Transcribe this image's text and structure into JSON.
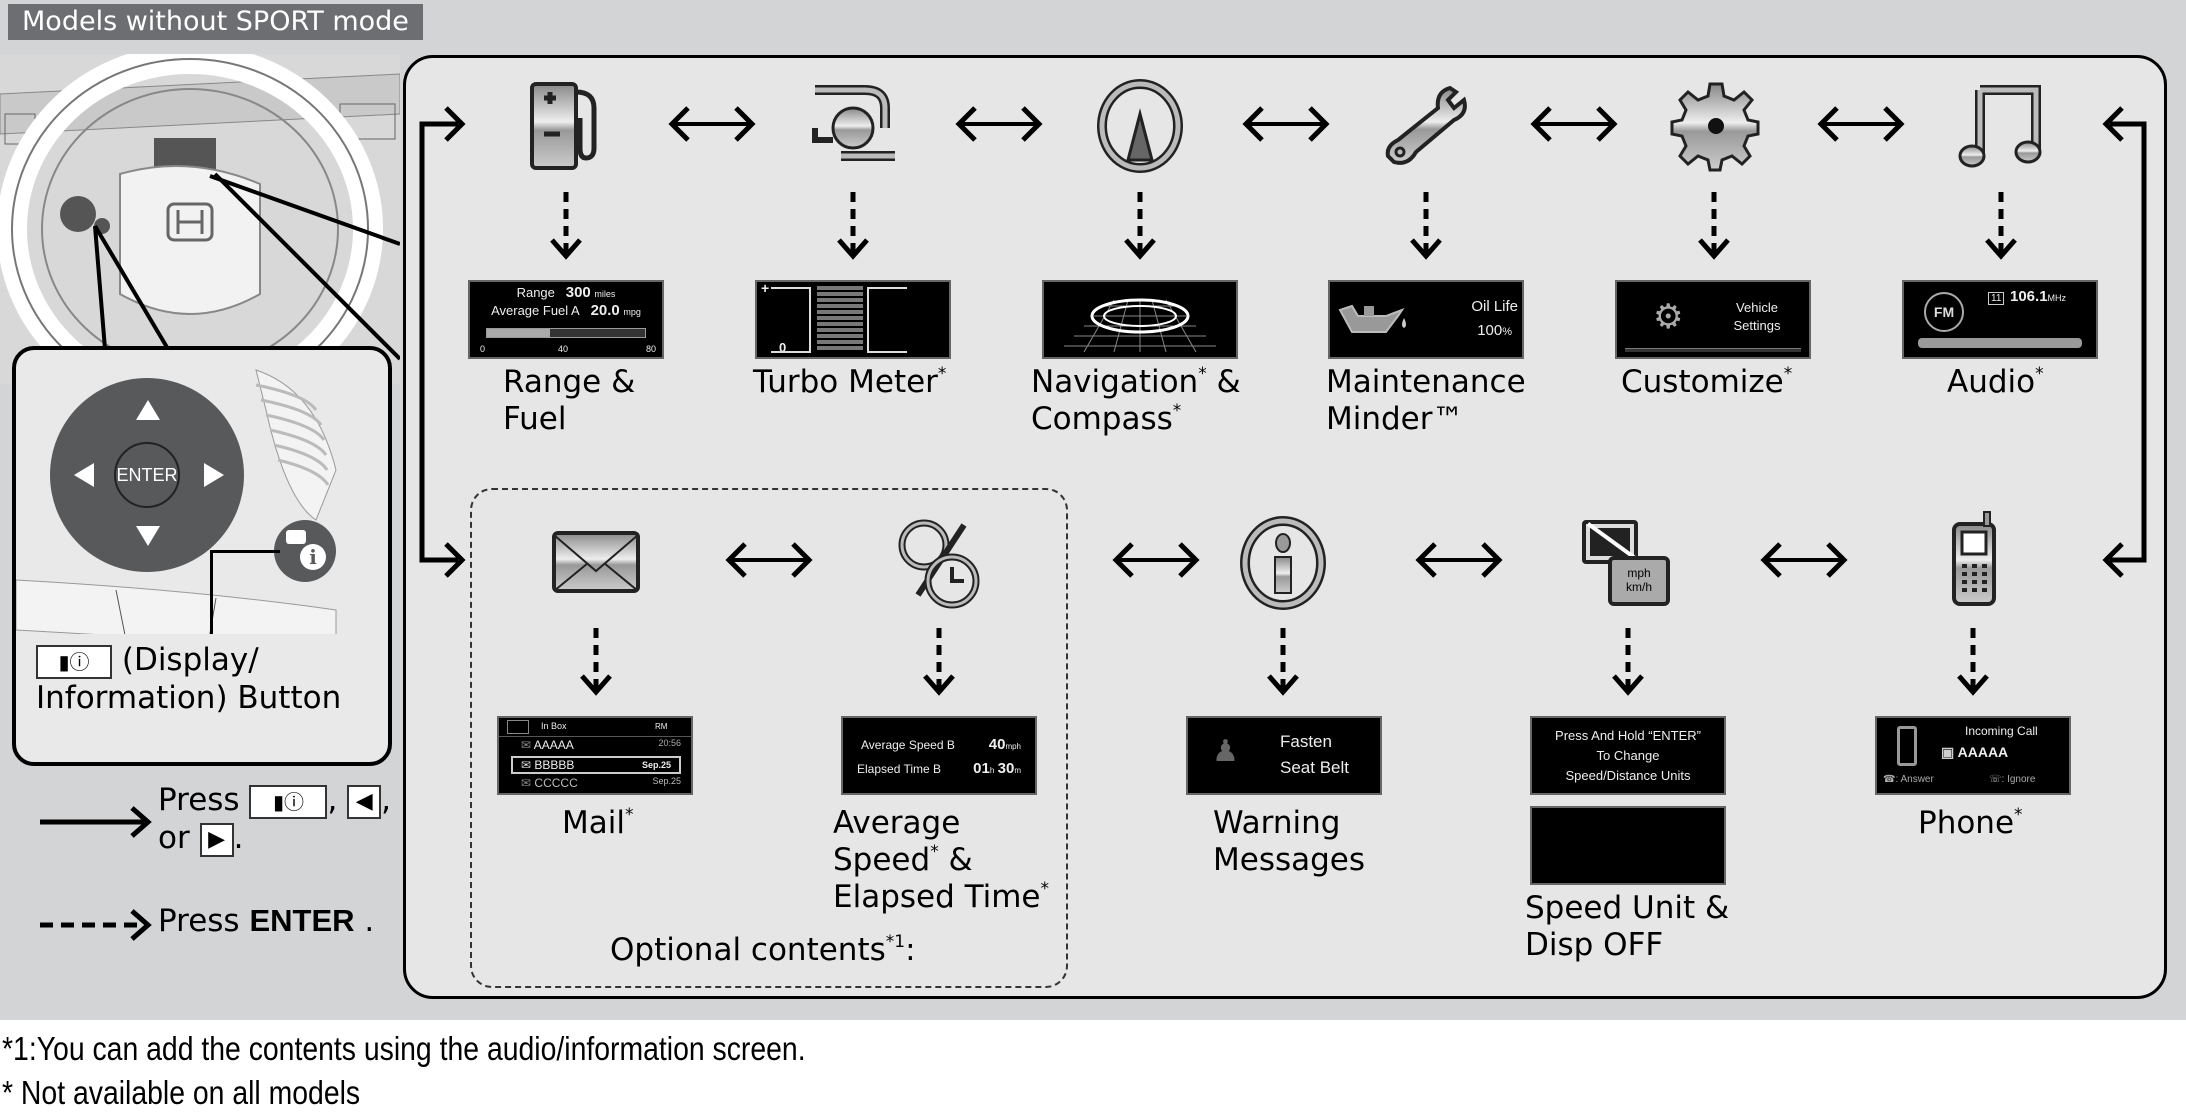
{
  "header": {
    "title": "Models without SPORT mode"
  },
  "controls": {
    "enter_label": "ENTER",
    "display_button_caption_line1": "(Display/",
    "display_button_caption_line2": "Information) Button"
  },
  "legend": {
    "solid_press": "Press",
    "solid_sep1": ",",
    "solid_sep2": ",",
    "solid_or": "or",
    "solid_end": ".",
    "dashed_press": "Press",
    "dashed_enter": "ENTER",
    "dashed_end": "."
  },
  "top_row": [
    {
      "icon": "fuel-pump-icon",
      "label_line1": "Range &",
      "label_line2": "Fuel",
      "star1": "",
      "star2": "",
      "screen": {
        "range_label": "Range",
        "range_value": "300",
        "range_unit": "miles",
        "fuel_label": "Average Fuel  A",
        "fuel_value": "20.0",
        "fuel_unit": "mpg",
        "ticks": [
          "0",
          "40",
          "80"
        ],
        "fuel_gauge_fraction": 0.4
      }
    },
    {
      "icon": "turbo-icon",
      "label_line1": "Turbo Meter",
      "star1": "*",
      "screen": {
        "plus": "+",
        "zero": "0",
        "bar_count": 11
      }
    },
    {
      "icon": "compass-icon",
      "label_line1": "Navigation",
      "star1": "*",
      "label_amp": " &",
      "label_line2": "Compass",
      "star2": "*",
      "screen": {}
    },
    {
      "icon": "wrench-icon",
      "label_line1": "Maintenance",
      "label_line2": "Minder™",
      "screen": {
        "title": "Oil Life",
        "value": "100",
        "unit": "%"
      }
    },
    {
      "icon": "gear-icon",
      "label_line1": "Customize",
      "star1": "*",
      "screen": {
        "line1": "Vehicle",
        "line2": "Settings"
      }
    },
    {
      "icon": "music-note-icon",
      "label_line1": "Audio",
      "star1": "*",
      "screen": {
        "band": "FM",
        "preset": "11",
        "frequency": "106.1",
        "unit": "MHz"
      }
    }
  ],
  "bottom_row": [
    {
      "icon": "mail-icon",
      "label_line1": "Mail",
      "star1": "*",
      "screen": {
        "title": "In Box",
        "status": "RM",
        "rows": [
          {
            "name": "AAAAA",
            "time": "20:56"
          },
          {
            "name": "BBBBB",
            "time": "Sep.25"
          },
          {
            "name": "CCCCC",
            "time": "Sep.25"
          }
        ]
      }
    },
    {
      "icon": "speed-time-icon",
      "label_line1": "Average",
      "label_line2": "Speed",
      "star2": "*",
      "label_amp": " &",
      "label_line3": "Elapsed Time",
      "star3": "*",
      "screen": {
        "speed_label": "Average Speed B",
        "speed_value": "40",
        "speed_unit": "mph",
        "time_label": "Elapsed Time  B",
        "hours": "01",
        "h": "h",
        "minutes": "30",
        "m": "m"
      }
    },
    {
      "icon": "info-icon",
      "label_line1": "Warning",
      "label_line2": "Messages",
      "screen": {
        "line1": "Fasten",
        "line2": "Seat Belt"
      }
    },
    {
      "icon": "speed-unit-icon",
      "icon_text1": "mph",
      "icon_text2": "km/h",
      "label_line1": "Speed Unit &",
      "label_line2": "Disp OFF",
      "screen": {
        "line1": "Press And Hold “ENTER”",
        "line2": "To Change",
        "line3": "Speed/Distance Units"
      }
    },
    {
      "icon": "phone-icon",
      "label_line1": "Phone",
      "star1": "*",
      "screen": {
        "title": "Incoming Call",
        "caller": "AAAAA",
        "answer": ": Answer",
        "ignore": ": Ignore"
      }
    }
  ],
  "optional": {
    "label": "Optional contents",
    "sup": "*1",
    "colon": ":"
  },
  "footnotes": [
    "*1:You can add the contents using the audio/information screen.",
    "* Not available on all models"
  ],
  "colors": {
    "panel": "#e6e6e6",
    "background": "#d3d4d6",
    "title_badge": "#6d6e71",
    "screen": "#000000"
  }
}
